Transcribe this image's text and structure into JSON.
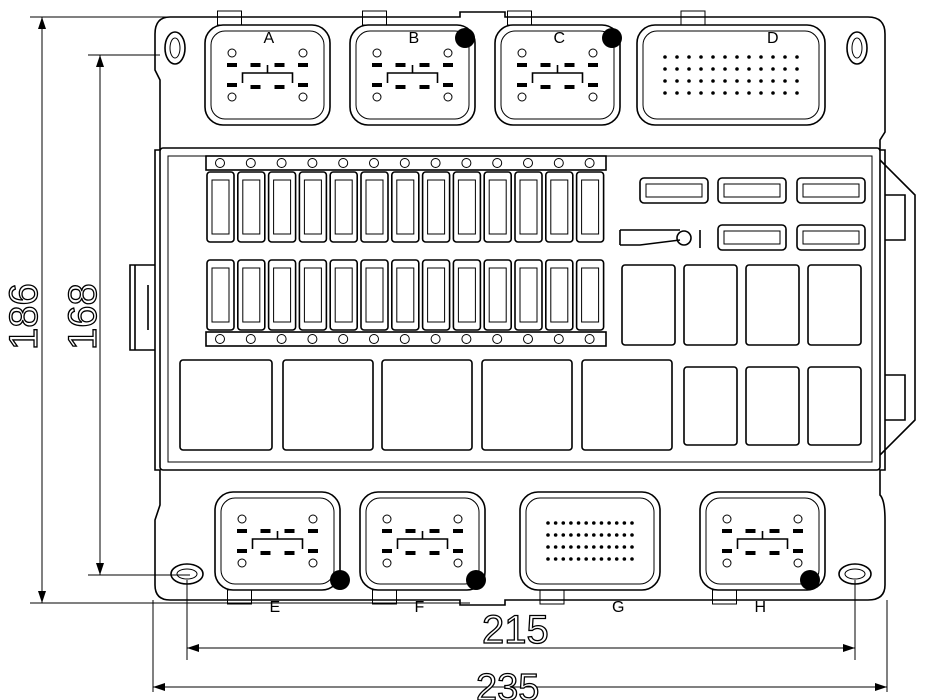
{
  "dimensions": {
    "overall_height": "186",
    "mount_height": "168",
    "mount_width": "215",
    "overall_width": "235"
  },
  "connectors": {
    "top": [
      "A",
      "B",
      "C",
      "D"
    ],
    "bottom": [
      "E",
      "F",
      "G",
      "H"
    ]
  },
  "fuse_rows": {
    "columns": 13,
    "rows": 2
  },
  "colors": {
    "line": "#000000",
    "background": "#ffffff"
  }
}
